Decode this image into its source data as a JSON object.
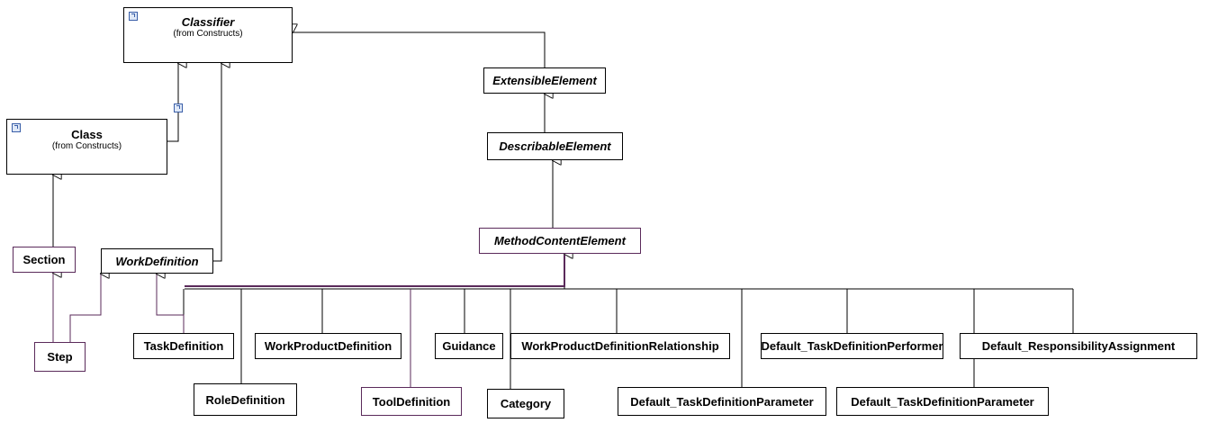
{
  "classifier": {
    "name": "Classifier",
    "origin": "(from Constructs)"
  },
  "class": {
    "name": "Class",
    "origin": "(from Constructs)"
  },
  "extensible_element": "ExtensibleElement",
  "describable_element": "DescribableElement",
  "method_content_element": "MethodContentElement",
  "section": "Section",
  "work_definition": "WorkDefinition",
  "step": "Step",
  "task_definition": "TaskDefinition",
  "role_definition": "RoleDefinition",
  "work_product_definition": "WorkProductDefinition",
  "tool_definition": "ToolDefinition",
  "guidance": "Guidance",
  "category": "Category",
  "work_product_definition_relationship": "WorkProductDefinitionRelationship",
  "default_task_definition_parameter_1": "Default_TaskDefinitionParameter",
  "default_task_definition_performer": "Default_TaskDefinitionPerformer",
  "default_task_definition_parameter_2": "Default_TaskDefinitionParameter",
  "default_responsibility_assignment": "Default_ResponsibilityAssignment",
  "colors": {
    "line": "#000000",
    "purple": "#5a2a5a",
    "icon": "#3a5fa8"
  }
}
